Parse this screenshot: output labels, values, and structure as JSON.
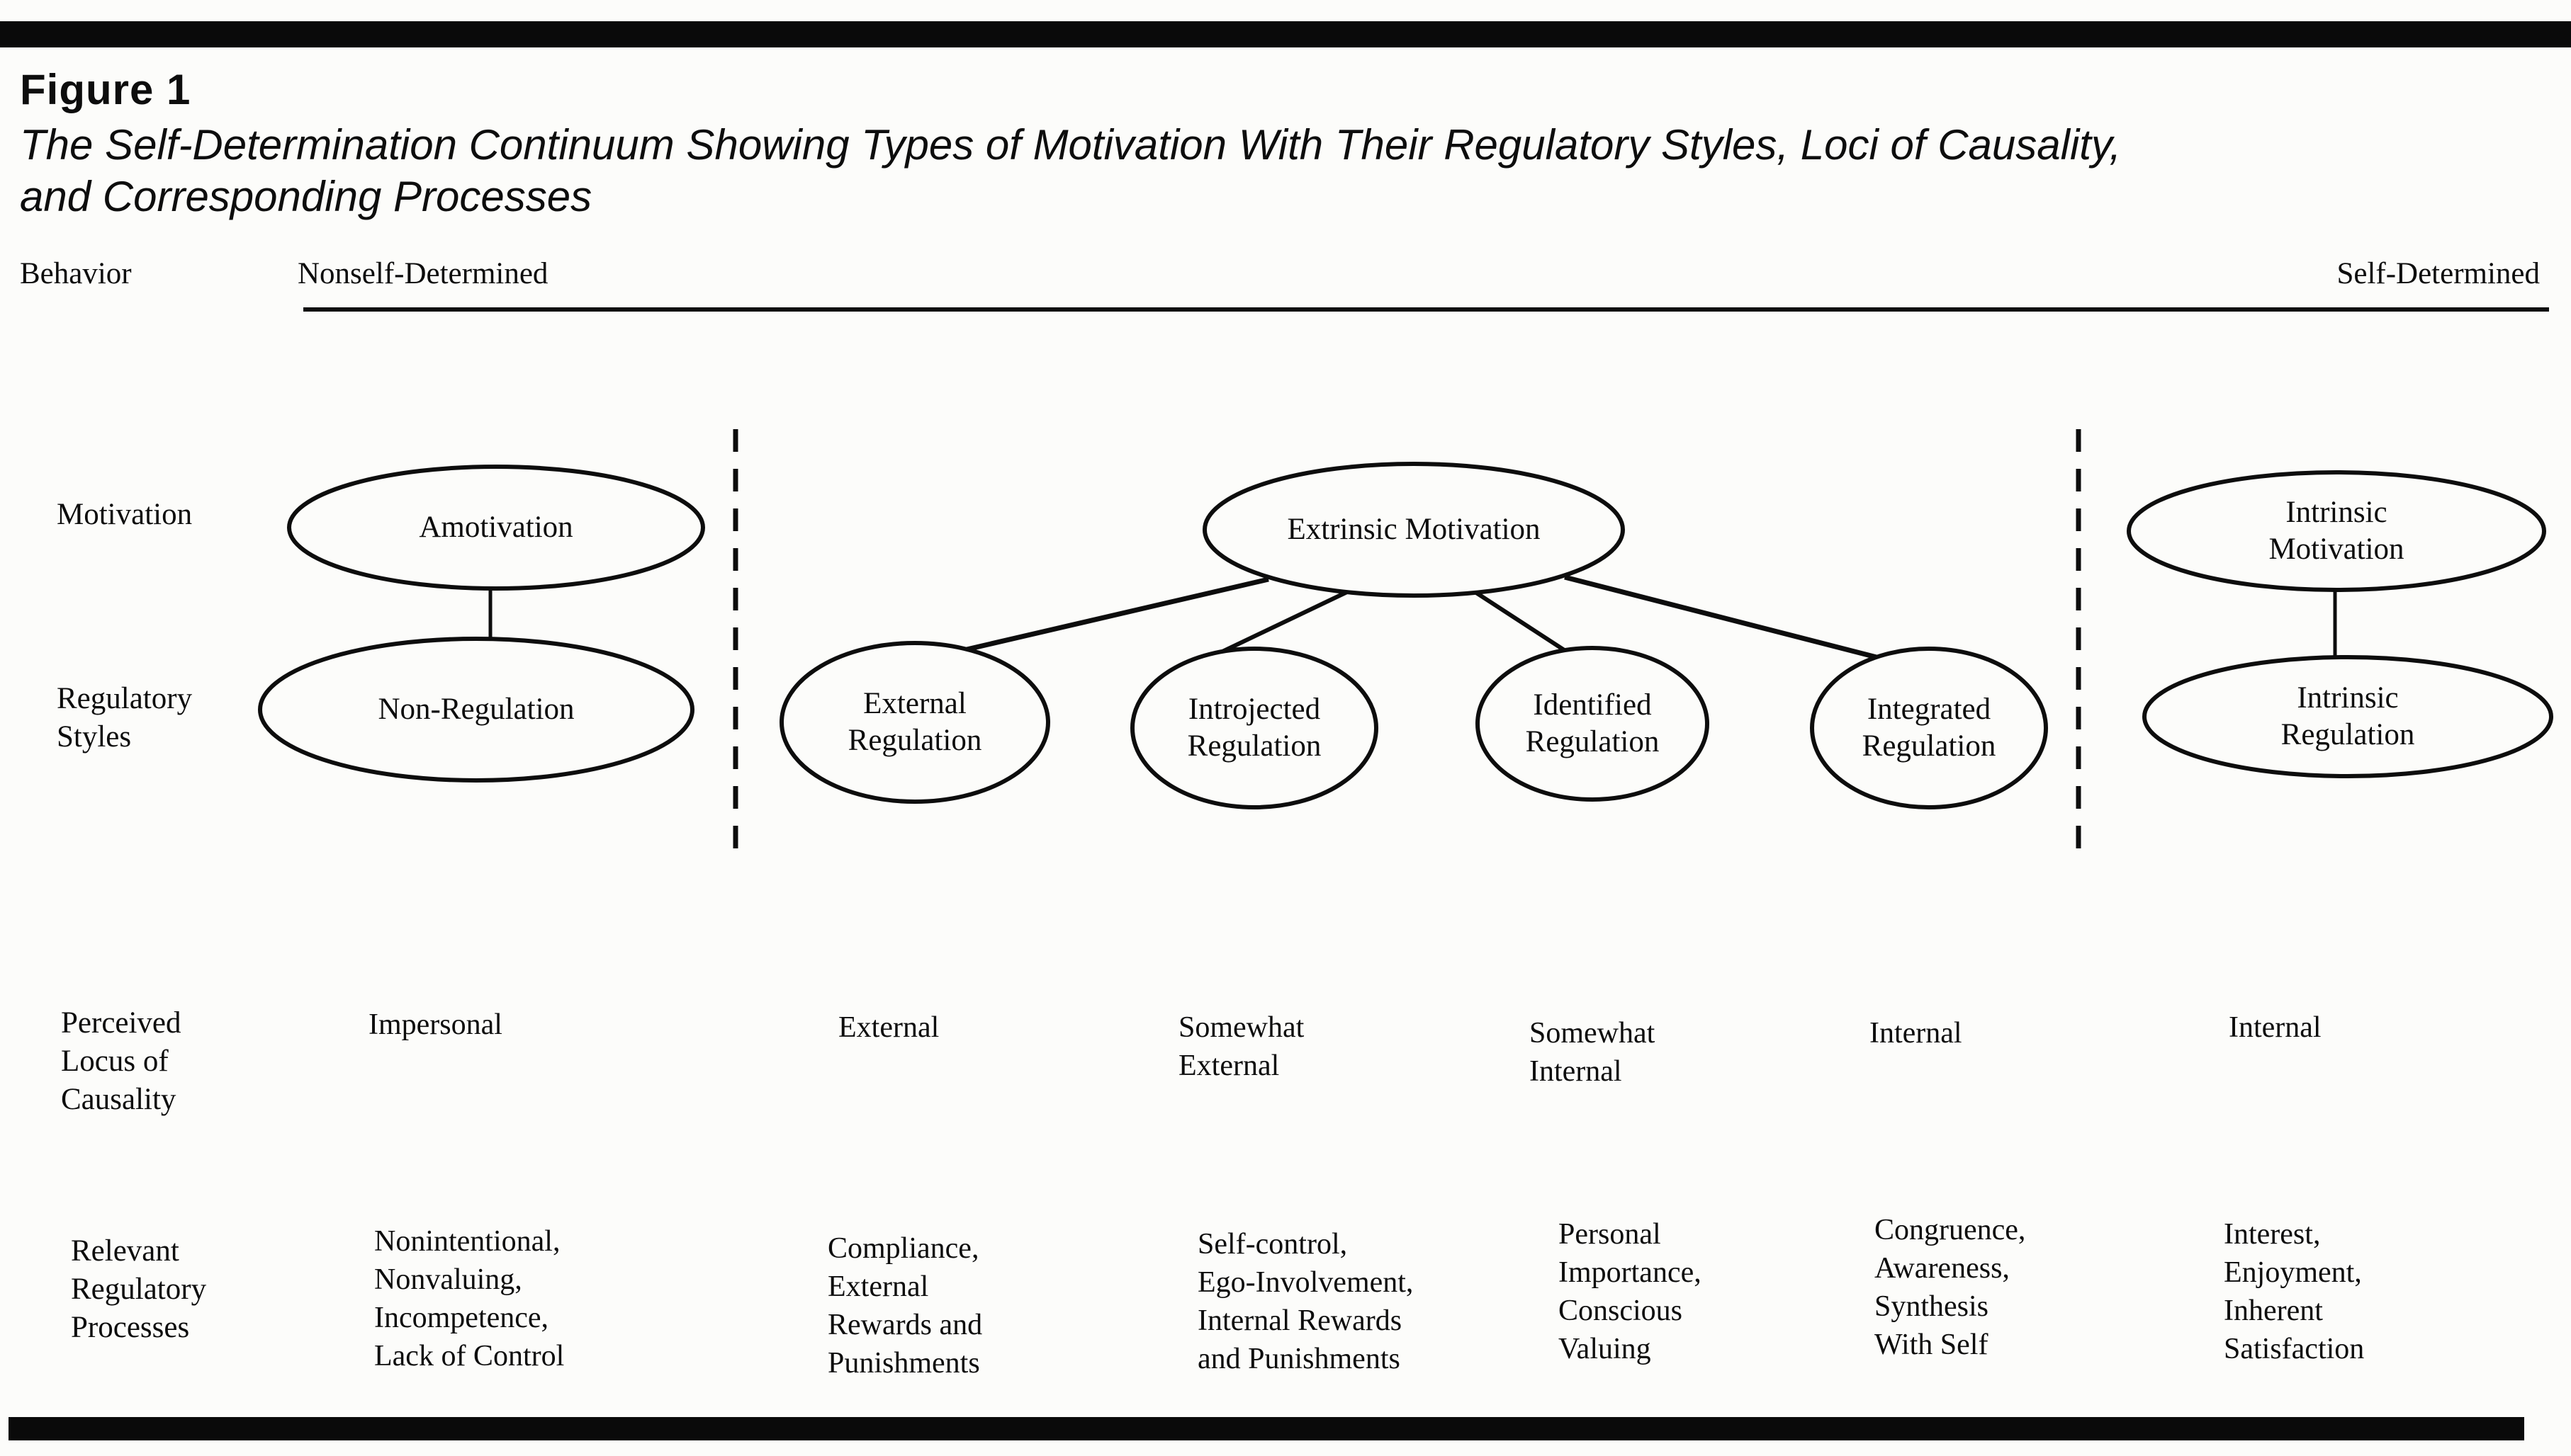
{
  "figure": {
    "label": "Figure 1",
    "title": "The Self-Determination Continuum Showing Types of Motivation With Their Regulatory Styles, Loci of Causality,\nand Corresponding Processes"
  },
  "behavior": {
    "label": "Behavior",
    "left_end": "Nonself-Determined",
    "right_end": "Self-Determined"
  },
  "side_labels": {
    "motivation": "Motivation",
    "regulatory_styles": "Regulatory\nStyles",
    "perceived_locus": "Perceived\nLocus of\nCausality",
    "relevant_processes": "Relevant\nRegulatory\nProcesses"
  },
  "ellipses": {
    "amotivation": "Amotivation",
    "non_regulation": "Non-Regulation",
    "extrinsic_motivation": "Extrinsic Motivation",
    "external_regulation": "External\nRegulation",
    "introjected_regulation": "Introjected\nRegulation",
    "identified_regulation": "Identified\nRegulation",
    "integrated_regulation": "Integrated\nRegulation",
    "intrinsic_motivation": "Intrinsic Motivation",
    "intrinsic_regulation": "Intrinsic Regulation"
  },
  "locus_row": [
    "Impersonal",
    "External",
    "Somewhat\nExternal",
    "Somewhat\nInternal",
    "Internal",
    "Internal"
  ],
  "processes_row": [
    "Nonintentional,\nNonvaluing,\nIncompetence,\nLack of Control",
    "Compliance,\nExternal\nRewards and\nPunishments",
    "Self-control,\nEgo-Involvement,\nInternal Rewards\nand Punishments",
    "Personal\nImportance,\nConscious\nValuing",
    "Congruence,\nAwareness,\nSynthesis\nWith Self",
    "Interest,\nEnjoyment,\nInherent\nSatisfaction"
  ],
  "colors": {
    "ink": "#0d0d0d",
    "paper": "#fcfcfa"
  }
}
